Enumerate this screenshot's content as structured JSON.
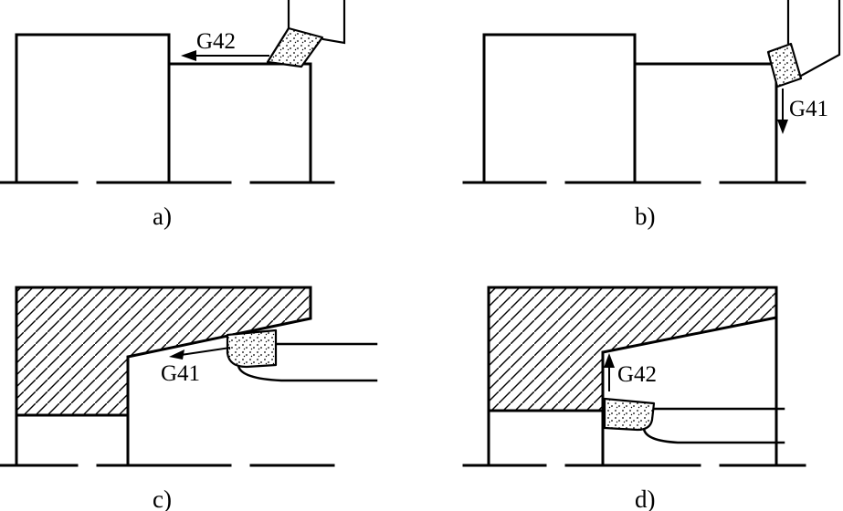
{
  "figure": {
    "background_color": "#ffffff",
    "line_color": "#000000",
    "panels": {
      "a": {
        "caption": "a)",
        "comp_label": "G42"
      },
      "b": {
        "caption": "b)",
        "comp_label": "G41"
      },
      "c": {
        "caption": "c)",
        "comp_label": "G41"
      },
      "d": {
        "caption": "d)",
        "comp_label": "G42"
      }
    }
  }
}
